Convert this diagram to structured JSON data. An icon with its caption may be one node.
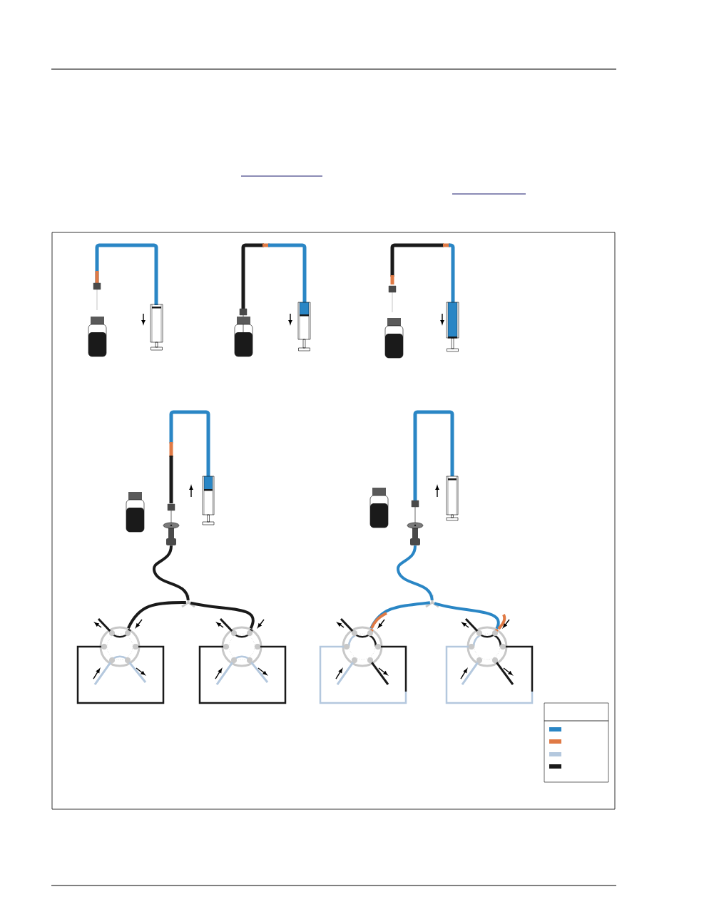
{
  "diagram": {
    "nodes": [
      {
        "text": [],
        "shape": "picture"
      },
      {
        "text": [],
        "shape": "junction"
      },
      {
        "text": [],
        "shape": "circle"
      },
      {
        "text": [],
        "shape": "circle"
      },
      {
        "text": [],
        "shape": "picture"
      },
      {
        "text": [],
        "shape": "junction"
      },
      {
        "text": [],
        "shape": "circle"
      },
      {
        "text": [],
        "shape": "circle"
      }
    ],
    "edges": [
      {
        "from": 0,
        "to": 1,
        "arrow": "none",
        "color": "#1a1a1a"
      },
      {
        "from": 1,
        "to": 2,
        "arrow": "none",
        "color": "#1a1a1a"
      },
      {
        "from": 1,
        "to": 3,
        "arrow": "none",
        "color": "#1a1a1a"
      },
      {
        "from": 4,
        "to": 5,
        "arrow": "none",
        "color": "#2a86c5"
      },
      {
        "from": 5,
        "to": 6,
        "arrow": "none",
        "color": "#2a86c5"
      },
      {
        "from": 5,
        "to": 7,
        "arrow": "none",
        "color": "#2a86c5"
      }
    ]
  }
}
